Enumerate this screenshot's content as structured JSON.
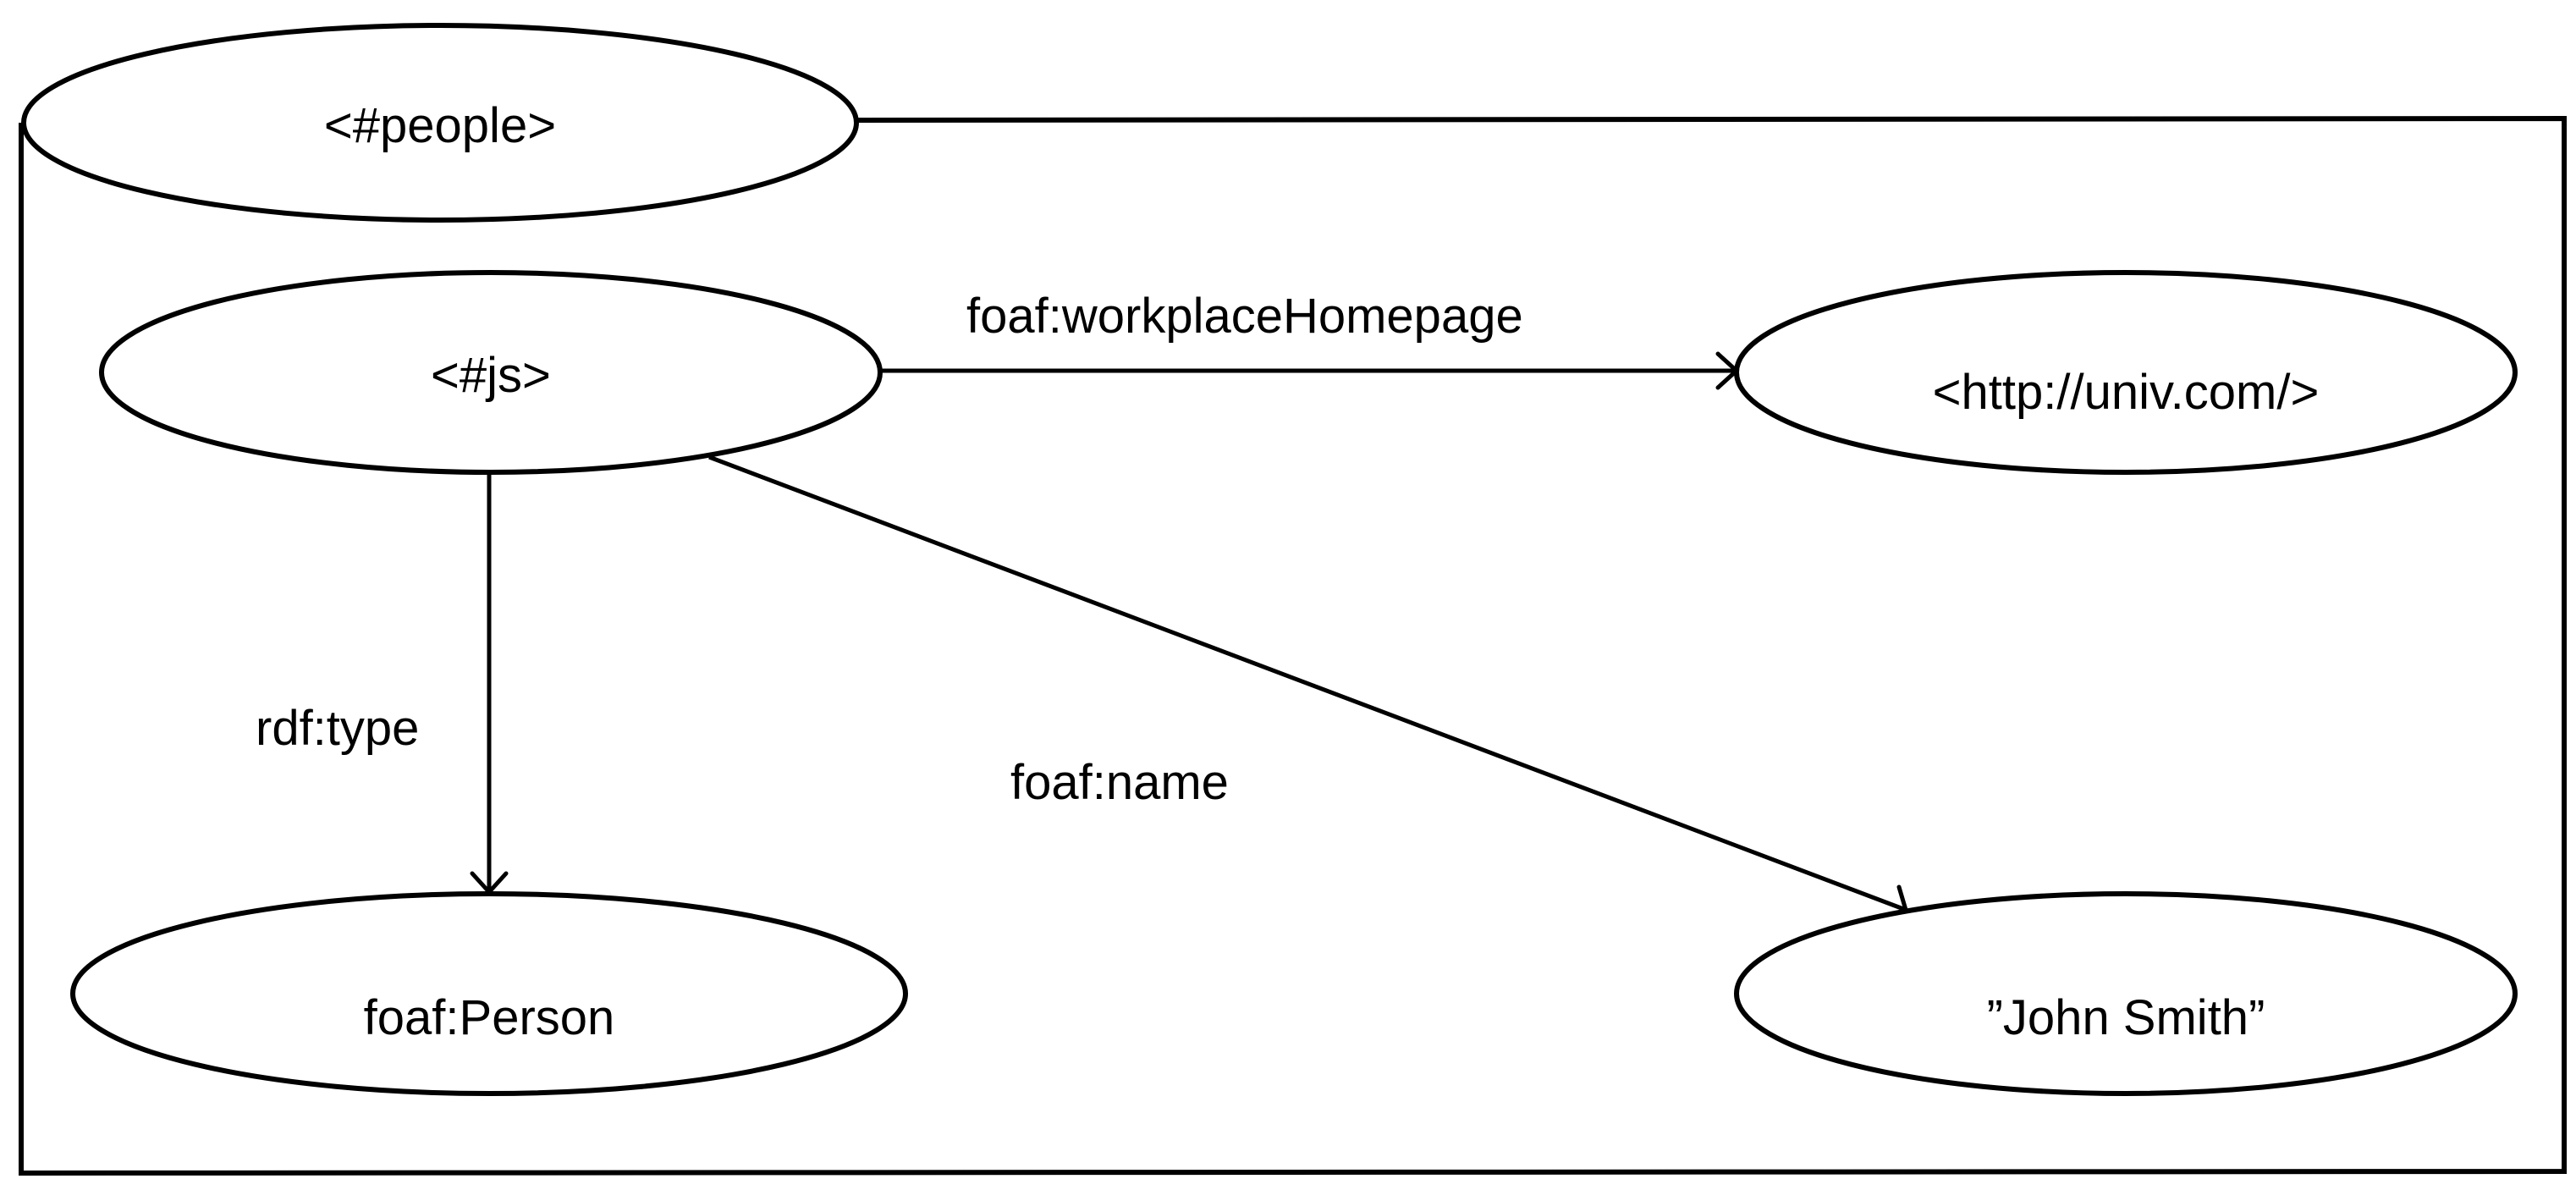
{
  "diagram": {
    "graph": "<#people>",
    "nodes": {
      "js": "<#js>",
      "homepage": "<http://univ.com/>",
      "person": "foaf:Person",
      "name": "”John Smith”"
    },
    "edges": {
      "workplace": "foaf:workplaceHomepage",
      "type": "rdf:type",
      "name": "foaf:name"
    }
  }
}
